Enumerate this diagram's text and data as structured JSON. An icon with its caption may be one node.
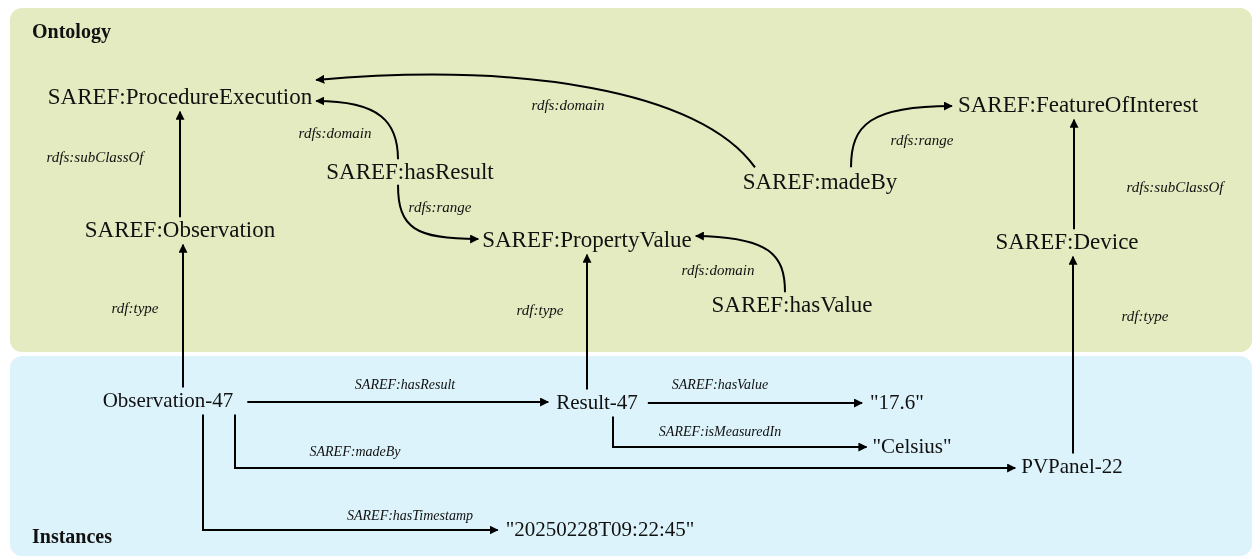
{
  "diagram": {
    "nodes": [
      {
        "text": [
          "Ontology"
        ]
      },
      {
        "text": [
          "SAREF:ProcedureExecution"
        ],
        "in": 0
      },
      {
        "text": [
          "SAREF:FeatureOfInterest"
        ],
        "in": 0
      },
      {
        "text": [
          "SAREF:hasResult"
        ],
        "in": 0
      },
      {
        "text": [
          "SAREF:madeBy"
        ],
        "in": 0
      },
      {
        "text": [
          "SAREF:Observation"
        ],
        "in": 0
      },
      {
        "text": [
          "SAREF:PropertyValue"
        ],
        "in": 0
      },
      {
        "text": [
          "SAREF:Device"
        ],
        "in": 0
      },
      {
        "text": [
          "SAREF:hasValue"
        ],
        "in": 0
      },
      {
        "text": [
          "Instances"
        ]
      },
      {
        "text": [
          "Observation-47"
        ],
        "in": 9
      },
      {
        "text": [
          "Result-47"
        ],
        "in": 9
      },
      {
        "text": [
          "\"17.6\""
        ],
        "in": 9
      },
      {
        "text": [
          "\"Celsius\""
        ],
        "in": 9
      },
      {
        "text": [
          "PVPanel-22"
        ],
        "in": 9
      },
      {
        "text": [
          "\"20250228T09:22:45\""
        ],
        "in": 9
      }
    ],
    "edges": [
      {
        "from": 5,
        "to": 1,
        "arrow": "to",
        "label": "rdfs:subClassOf"
      },
      {
        "from": 10,
        "to": 5,
        "arrow": "to",
        "label": "rdf:type"
      },
      {
        "from": 3,
        "to": 1,
        "arrow": "to",
        "label": "rdfs:domain"
      },
      {
        "from": 3,
        "to": 6,
        "arrow": "to",
        "label": "rdfs:range"
      },
      {
        "from": 4,
        "to": 1,
        "arrow": "to",
        "label": "rdfs:domain"
      },
      {
        "from": 4,
        "to": 2,
        "arrow": "to",
        "label": "rdfs:range"
      },
      {
        "from": 8,
        "to": 6,
        "arrow": "to",
        "label": "rdfs:domain"
      },
      {
        "from": 7,
        "to": 2,
        "arrow": "to",
        "label": "rdfs:subClassOf"
      },
      {
        "from": 11,
        "to": 6,
        "arrow": "to",
        "label": "rdf:type"
      },
      {
        "from": 14,
        "to": 7,
        "arrow": "to",
        "label": "rdf:type"
      },
      {
        "from": 10,
        "to": 11,
        "arrow": "to",
        "label": "SAREF:hasResult"
      },
      {
        "from": 11,
        "to": 12,
        "arrow": "to",
        "label": "SAREF:hasValue"
      },
      {
        "from": 11,
        "to": 13,
        "arrow": "to",
        "label": "SAREF:isMeasuredIn"
      },
      {
        "from": 10,
        "to": 14,
        "arrow": "to",
        "label": "SAREF:madeBy"
      },
      {
        "from": 10,
        "to": 15,
        "arrow": "to",
        "label": "SAREF:hasTimestamp"
      }
    ]
  }
}
